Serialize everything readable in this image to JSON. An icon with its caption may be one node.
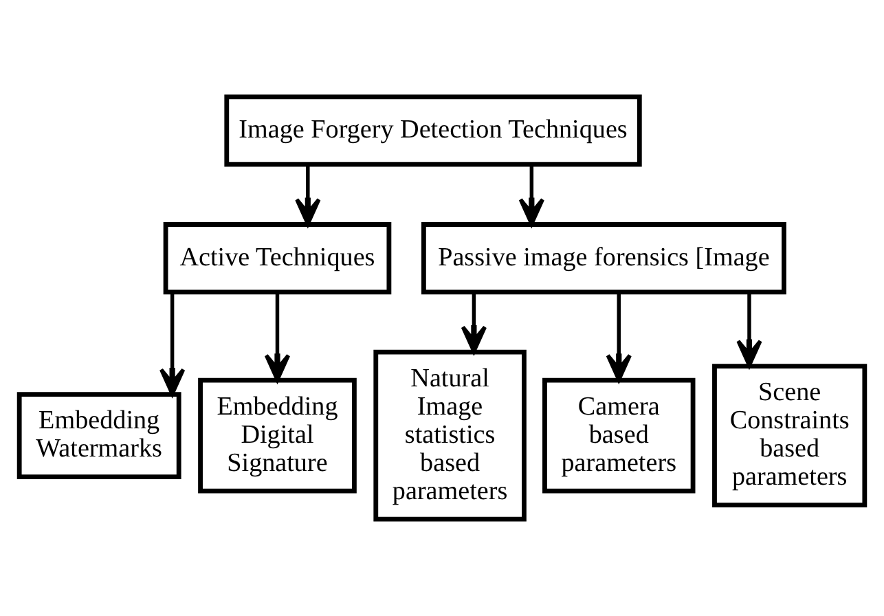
{
  "diagram": {
    "nodes": [
      {
        "text": [
          "Image Forgery Detection Techniques"
        ]
      },
      {
        "text": [
          "Active Techniques"
        ]
      },
      {
        "text": [
          "Passive image forensics [Image"
        ]
      },
      {
        "text": [
          "Embedding Watermarks"
        ]
      },
      {
        "text": [
          "Embedding Digital Signature"
        ]
      },
      {
        "text": [
          "Natural Image statistics based parameters"
        ]
      },
      {
        "text": [
          "Camera based parameters"
        ]
      },
      {
        "text": [
          "Scene Constraints based parameters"
        ]
      }
    ],
    "edges": [
      {
        "from": 0,
        "to": 1,
        "arrow": "to"
      },
      {
        "from": 0,
        "to": 2,
        "arrow": "to"
      },
      {
        "from": 1,
        "to": 3,
        "arrow": "to"
      },
      {
        "from": 1,
        "to": 4,
        "arrow": "to"
      },
      {
        "from": 2,
        "to": 5,
        "arrow": "to"
      },
      {
        "from": 2,
        "to": 6,
        "arrow": "to"
      },
      {
        "from": 2,
        "to": 7,
        "arrow": "to"
      }
    ]
  }
}
